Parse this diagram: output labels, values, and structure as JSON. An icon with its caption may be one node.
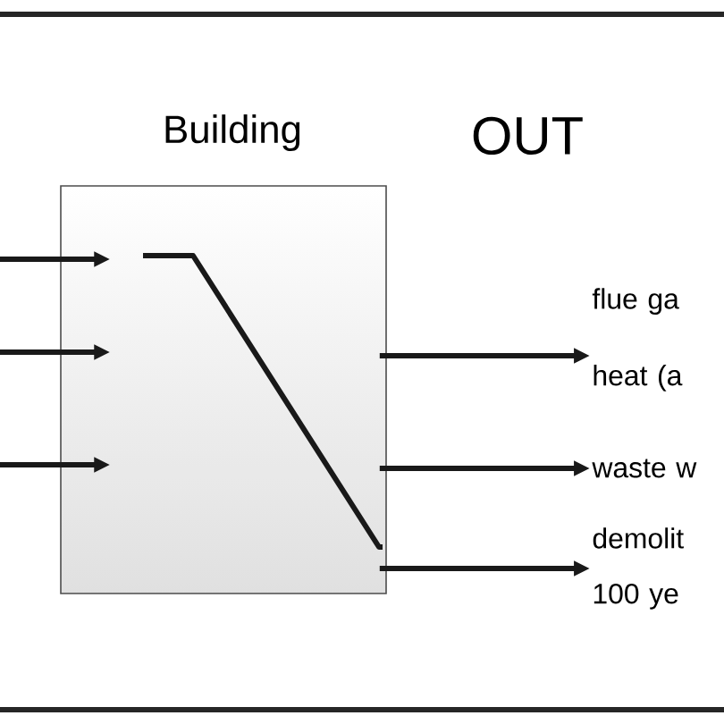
{
  "diagram": {
    "nodes": [
      {
        "text": [
          "Building"
        ]
      },
      {
        "text": [
          "flue ga",
          "heat (a"
        ]
      },
      {
        "text": [
          "waste w"
        ]
      },
      {
        "text": [
          "demolit 100 ye"
        ]
      }
    ],
    "edges": [
      {
        "from": null,
        "to": 0,
        "arrow": "to"
      },
      {
        "from": null,
        "to": 0,
        "arrow": "to"
      },
      {
        "from": null,
        "to": 0,
        "arrow": "to"
      },
      {
        "from": 0,
        "to": 1,
        "arrow": "to"
      },
      {
        "from": 0,
        "to": 2,
        "arrow": "to"
      },
      {
        "from": 0,
        "to": 3,
        "arrow": "to"
      }
    ],
    "labels": [
      "OUT"
    ]
  }
}
